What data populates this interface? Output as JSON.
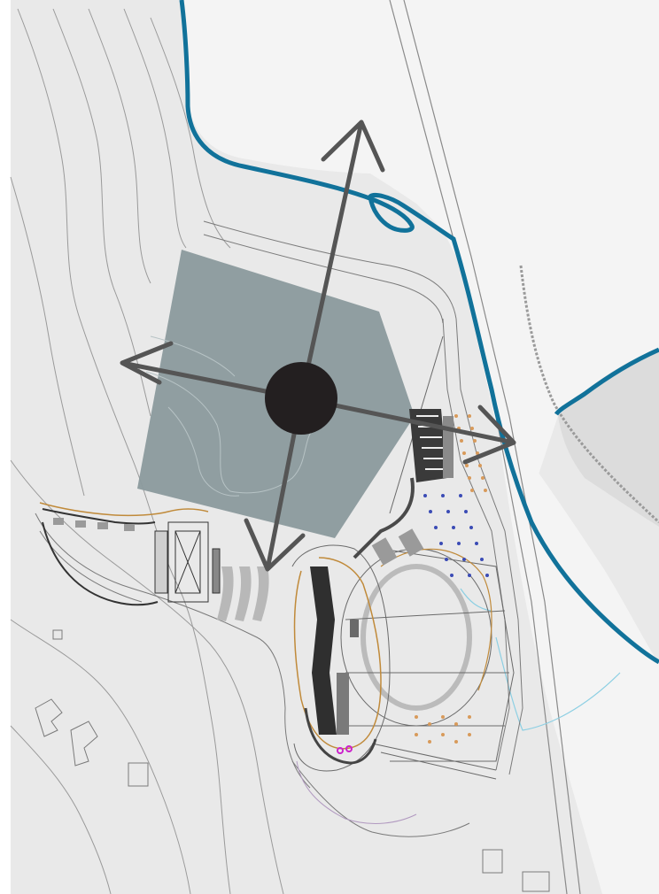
{
  "map": {
    "colors": {
      "paper": "#e9e9e9",
      "land": "#dcdcdc",
      "water": "#f4f4f4",
      "river_edge": "#11729a",
      "stream": "#8ccfe3",
      "footprint": "#8b9a9d",
      "arrow": "#555555",
      "hub": "#231f20",
      "accent_path": "#c08a3a",
      "accent_poi": "#cc22cc",
      "dots_orange": "#d89a5a",
      "dots_blue": "#3a4bb5",
      "rail": "#9a9a9a"
    },
    "icons": [
      "direction-arrow-north",
      "direction-arrow-west",
      "direction-arrow-east",
      "direction-arrow-south",
      "central-hub-circle"
    ]
  }
}
